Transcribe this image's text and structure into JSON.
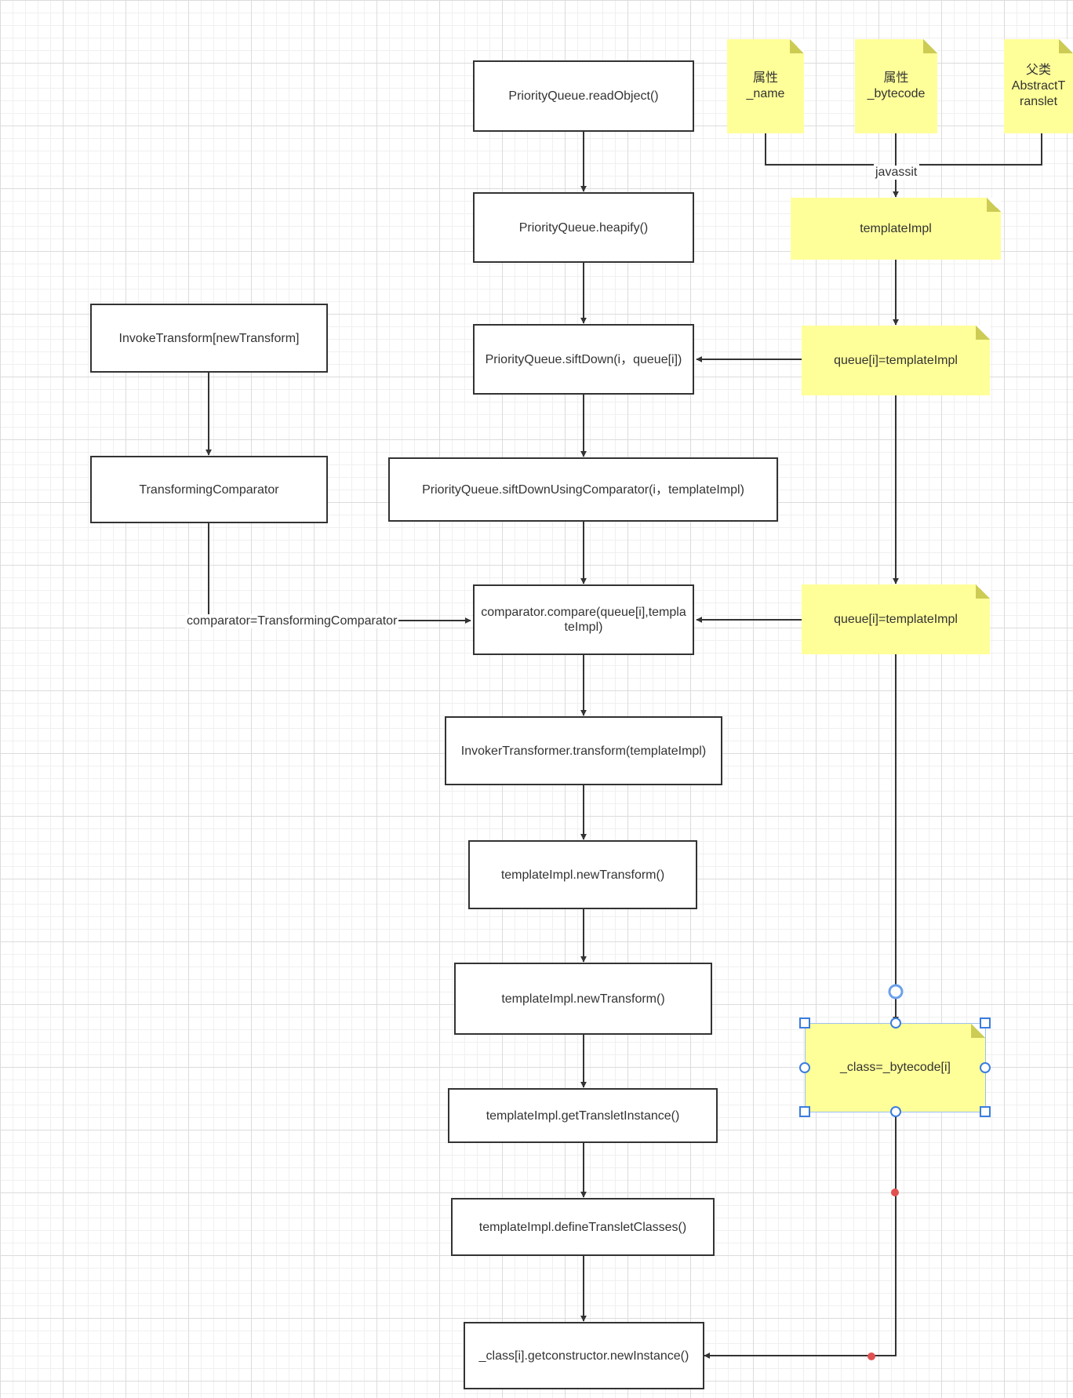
{
  "flow": {
    "read_object": "PriorityQueue.readObject()",
    "heapify": "PriorityQueue.heapify()",
    "sift_down": "PriorityQueue.siftDown(i，queue[i])",
    "sift_down_comparator": "PriorityQueue.siftDownUsingComparator(i，templateImpl)",
    "compare": "comparator.compare(queue[i],templateImpl)",
    "invoker_transform": "InvokerTransformer.transform(templateImpl)",
    "new_transform_1": "templateImpl.newTransform()",
    "new_transform_2": "templateImpl.newTransform()",
    "get_translet_instance": "templateImpl.getTransletInstance()",
    "define_translet_classes": "templateImpl.defineTransletClasses()",
    "new_instance": "_class[i].getconstructor.newInstance()"
  },
  "left": {
    "invoke_transform": "InvokeTransform[newTransform]",
    "transforming_comparator": "TransformingComparator",
    "comparator_label": "comparator=TransformingComparator"
  },
  "notes": {
    "name": "属性\n_name",
    "bytecode": "属性\n_bytecode",
    "parent": "父类\nAbstractT\nranslet",
    "javassit_label": "javassit",
    "template_impl": "templateImpl",
    "queue_1": "queue[i]=templateImpl",
    "queue_2": "queue[i]=templateImpl",
    "class_bytecode": "_class=_bytecode[i]"
  },
  "colors": {
    "note_fill": "#ffff99",
    "box_border": "#333333",
    "selection": "#3a7de0",
    "waypoint": "#e05050"
  }
}
